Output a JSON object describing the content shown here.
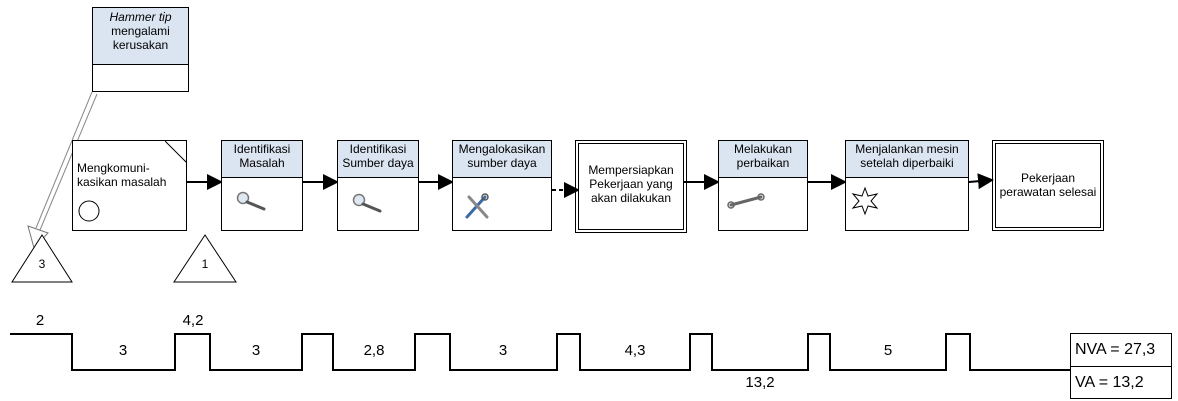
{
  "kaizen_burst": {
    "title_italic": "Hammer tip",
    "title_rest": "mengalami\nkerusakan"
  },
  "start_process": {
    "label": "Mengkomuni-\nkasikan masalah",
    "icon": "circle-icon"
  },
  "processes": [
    {
      "label": "Identifikasi\nMasalah",
      "icon": "magnifier-icon"
    },
    {
      "label": "Identifikasi\nSumber daya",
      "icon": "magnifier-icon"
    },
    {
      "label": "Mengalokasikan\nsumber daya",
      "icon": "tools-icon"
    },
    {
      "label": "Mempersiapkan\nPekerjaan yang\nakan dilakukan",
      "icon": ""
    },
    {
      "label": "Melakukan\nperbaikan",
      "icon": "wrench-icon"
    },
    {
      "label": "Menjalankan mesin\nsetelah diperbaiki",
      "icon": "starburst-icon"
    },
    {
      "label": "Pekerjaan\nperawatan selesai",
      "icon": ""
    }
  ],
  "inventory": [
    {
      "label": "3"
    },
    {
      "label": "1"
    }
  ],
  "timeline": {
    "upper_values": [
      "2",
      "4,2"
    ],
    "lower_values": [
      "3",
      "3",
      "2,8",
      "3",
      "4,3",
      "13,2",
      "5"
    ],
    "nva_label": "NVA = 27,3",
    "va_label": "VA = 13,2"
  }
}
